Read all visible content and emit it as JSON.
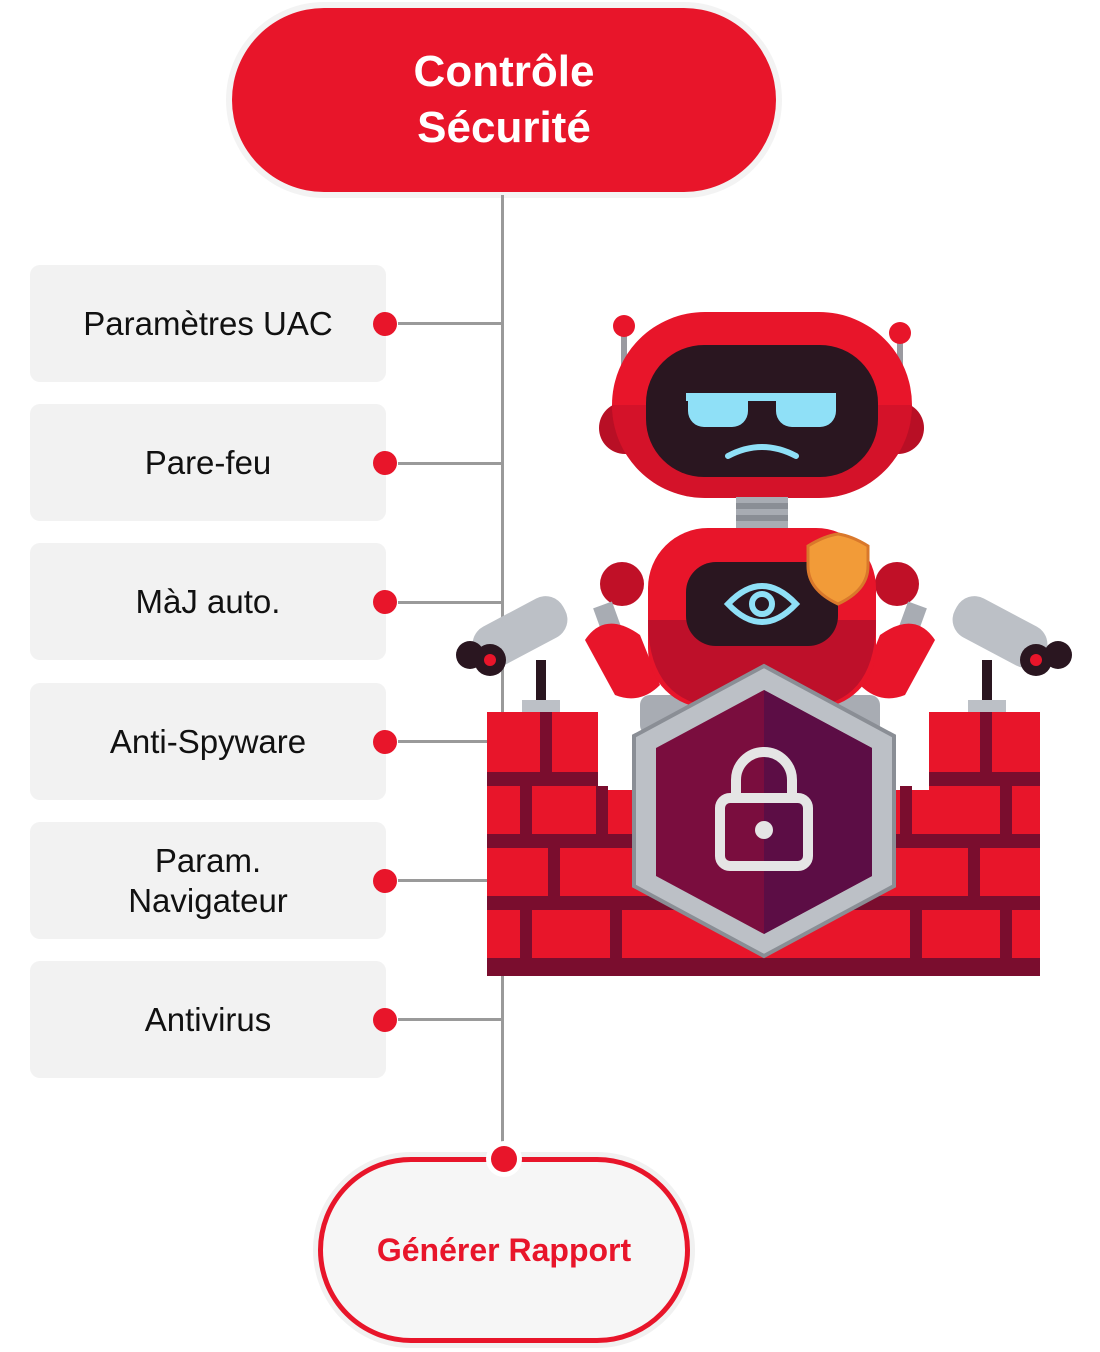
{
  "title": {
    "line1": "Contrôle",
    "line2": "Sécurité"
  },
  "items": [
    {
      "lines": [
        "Paramètres UAC"
      ]
    },
    {
      "lines": [
        "Pare-feu"
      ]
    },
    {
      "lines": [
        "MàJ auto."
      ]
    },
    {
      "lines": [
        "Anti-Spyware"
      ]
    },
    {
      "lines": [
        "Param.",
        "Navigateur"
      ]
    },
    {
      "lines": [
        "Antivirus"
      ]
    }
  ],
  "action": {
    "label": "Générer Rapport"
  },
  "colors": {
    "accent": "#e8152a",
    "connector": "#9a9a9a",
    "card": "#f2f2f2",
    "dark_red": "#7a0d2e",
    "shield": "#5c0d45"
  },
  "illustration": {
    "icons": [
      "robot-icon",
      "sunglasses-icon",
      "eye-icon",
      "badge-shield-icon",
      "security-camera-icon",
      "brick-wall-icon",
      "padlock-icon"
    ]
  }
}
